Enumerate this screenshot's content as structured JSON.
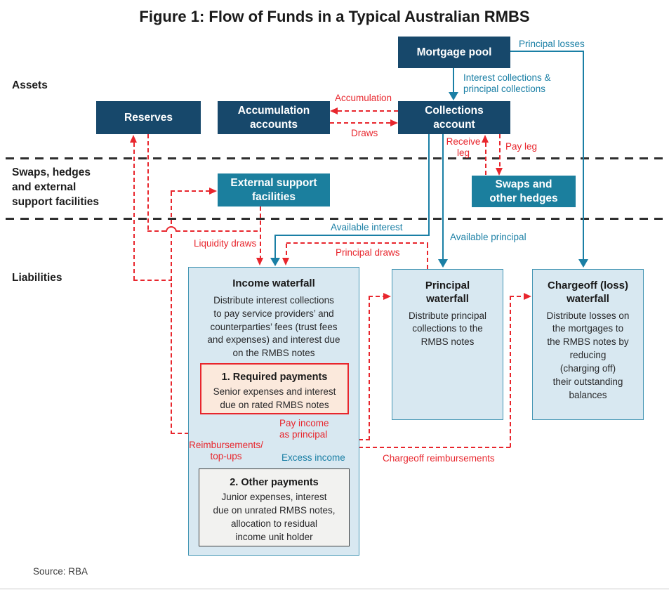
{
  "title": "Figure 1: Flow of Funds in a Typical Australian RMBS",
  "source": "Source: RBA",
  "sections": {
    "assets": "Assets",
    "swaps": [
      "Swaps, hedges",
      "and external",
      "support facilities"
    ],
    "liabilities": "Liabilities"
  },
  "boxes": {
    "mortgage_pool": "Mortgage pool",
    "reserves": "Reserves",
    "accumulation_accounts": [
      "Accumulation",
      "accounts"
    ],
    "collections_account": [
      "Collections",
      "account"
    ],
    "external_support": [
      "External support",
      "facilities"
    ],
    "swaps_hedges": [
      "Swaps and",
      "other hedges"
    ],
    "income_waterfall": {
      "title": "Income waterfall",
      "body": [
        "Distribute interest collections",
        "to pay service providers’ and",
        "counterparties’ fees (trust fees",
        "and expenses) and interest due",
        "on the RMBS notes"
      ]
    },
    "required_payments": {
      "title": "1. Required payments",
      "body": [
        "Senior expenses and interest",
        "due on rated RMBS notes"
      ]
    },
    "other_payments": {
      "title": "2. Other payments",
      "body": [
        "Junior expenses, interest",
        "due on unrated RMBS notes,",
        "allocation to residual",
        "income unit holder"
      ]
    },
    "principal_waterfall": {
      "title": [
        "Principal",
        "waterfall"
      ],
      "body": [
        "Distribute principal",
        "collections to the",
        "RMBS notes"
      ]
    },
    "chargeoff_waterfall": {
      "title": [
        "Chargeoff (loss)",
        "waterfall"
      ],
      "body": [
        "Distribute losses on",
        "the mortgages to",
        "the RMBS notes by",
        "reducing",
        "(charging off)",
        "their outstanding",
        "balances"
      ]
    }
  },
  "flow_labels": {
    "principal_losses": "Principal losses",
    "interest_collections": [
      "Interest collections &",
      "principal collections"
    ],
    "accumulation": "Accumulation",
    "draws": "Draws",
    "receive_leg": [
      "Receive",
      "leg"
    ],
    "pay_leg": "Pay leg",
    "available_interest": "Available interest",
    "available_principal": "Available principal",
    "liquidity_draws": "Liquidity draws",
    "principal_draws": "Principal draws",
    "pay_income_as_principal": [
      "Pay income",
      "as principal"
    ],
    "excess_income": "Excess income",
    "reimbursements_top_ups": [
      "Reimbursements/",
      "top-ups"
    ],
    "chargeoff_reimbursements": "Chargeoff reimbursements"
  },
  "colors": {
    "navy_box": "#17486B",
    "teal_box": "#1B7F9E",
    "flow_blue": "#1A7FA5",
    "flow_red": "#E8262D",
    "waterfall_fill": "#D8E8F1",
    "waterfall_border": "#4496B4",
    "required_fill": "#FBE9DC",
    "other_fill": "#F2F2F0",
    "separator": "#2E2E2E"
  }
}
